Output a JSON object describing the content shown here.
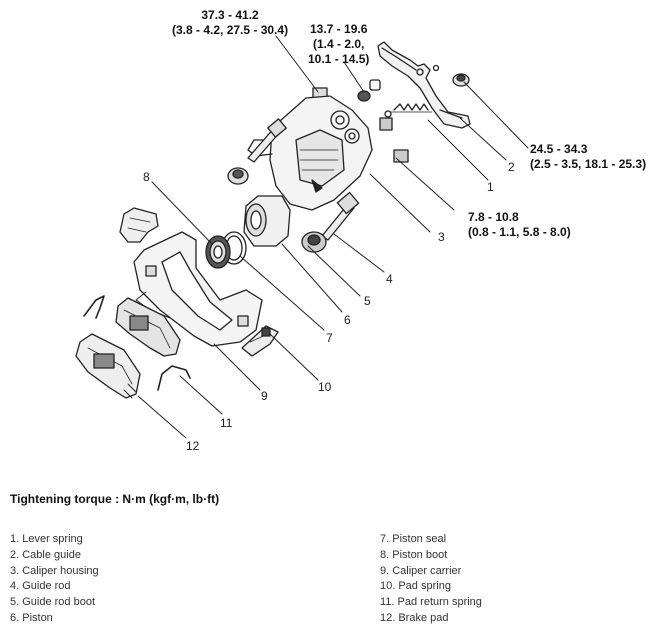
{
  "torque_specs": [
    {
      "id": "t1",
      "lines": [
        "37.3 - 41.2",
        "(3.8 - 4.2, 27.5 - 30.4)"
      ]
    },
    {
      "id": "t2",
      "lines": [
        "13.7 - 19.6",
        "(1.4 - 2.0,",
        "10.1 - 14.5)"
      ]
    },
    {
      "id": "t3",
      "lines": [
        "24.5 - 34.3",
        "(2.5 - 3.5, 18.1 - 25.3)"
      ]
    },
    {
      "id": "t4",
      "lines": [
        "7.8 - 10.8",
        "(0.8 - 1.1, 5.8 - 8.0)"
      ]
    }
  ],
  "callouts": [
    "1",
    "2",
    "3",
    "4",
    "5",
    "6",
    "7",
    "8",
    "9",
    "10",
    "11",
    "12"
  ],
  "heading": "Tightening torque : N·m (kgf·m, lb·ft)",
  "legend": [
    "1. Lever spring",
    "2. Cable guide",
    "3. Caliper housing",
    "4. Guide rod",
    "5. Guide rod boot",
    "6. Piston",
    "7. Piston seal",
    "8. Piston boot",
    "9. Caliper carrier",
    "10. Pad spring",
    "11. Pad return spring",
    "12. Brake pad"
  ]
}
